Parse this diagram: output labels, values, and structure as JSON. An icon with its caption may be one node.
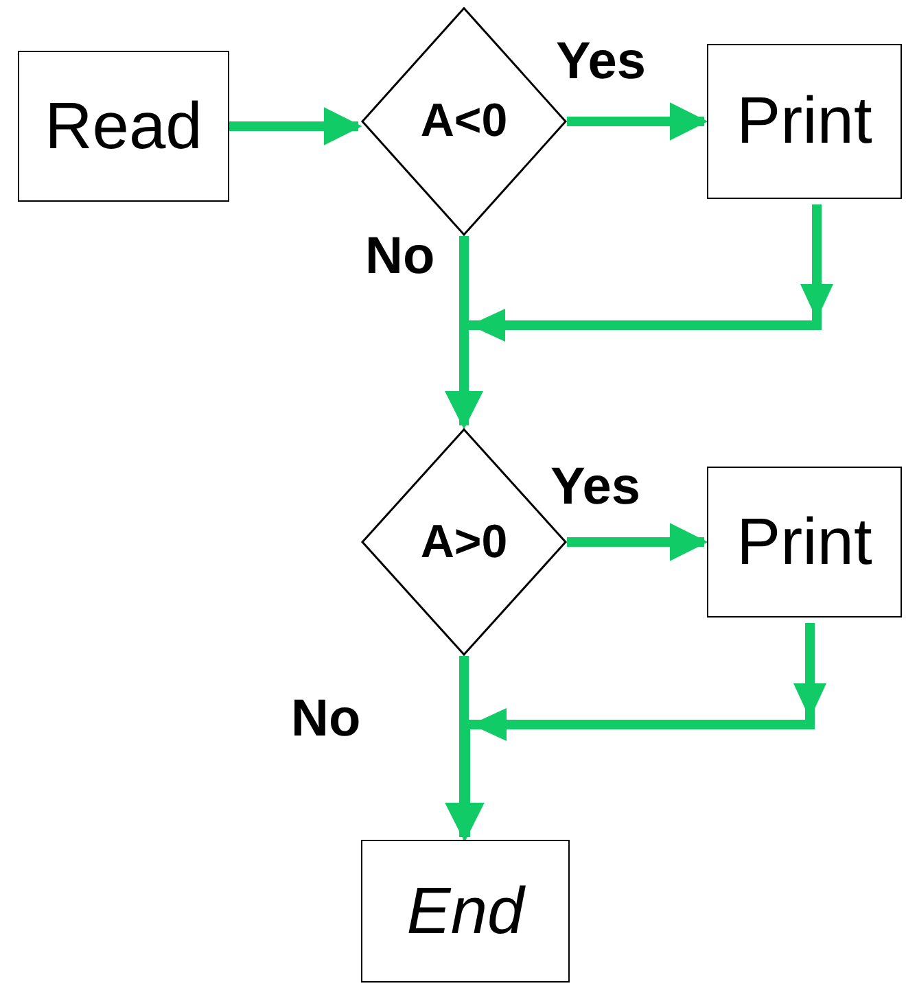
{
  "diagram": {
    "nodes": [
      {
        "text": [
          "Read"
        ]
      },
      {
        "text": [
          "A<0"
        ]
      },
      {
        "text": [
          "Print"
        ]
      },
      {
        "text": [
          "A>0"
        ]
      },
      {
        "text": [
          "Print"
        ]
      },
      {
        "text": [
          "End"
        ]
      }
    ],
    "edges": [
      {
        "from": 0,
        "to": 1,
        "arrow": "to"
      },
      {
        "from": 1,
        "to": 2,
        "arrow": "to",
        "label": "Yes"
      },
      {
        "from": 1,
        "to": 3,
        "arrow": "to",
        "label": "No"
      },
      {
        "from": 2,
        "to": 3,
        "arrow": "to"
      },
      {
        "from": 3,
        "to": 4,
        "arrow": "to",
        "label": "Yes"
      },
      {
        "from": 3,
        "to": 5,
        "arrow": "to",
        "label": "No"
      },
      {
        "from": 4,
        "to": 5,
        "arrow": "to"
      }
    ]
  }
}
